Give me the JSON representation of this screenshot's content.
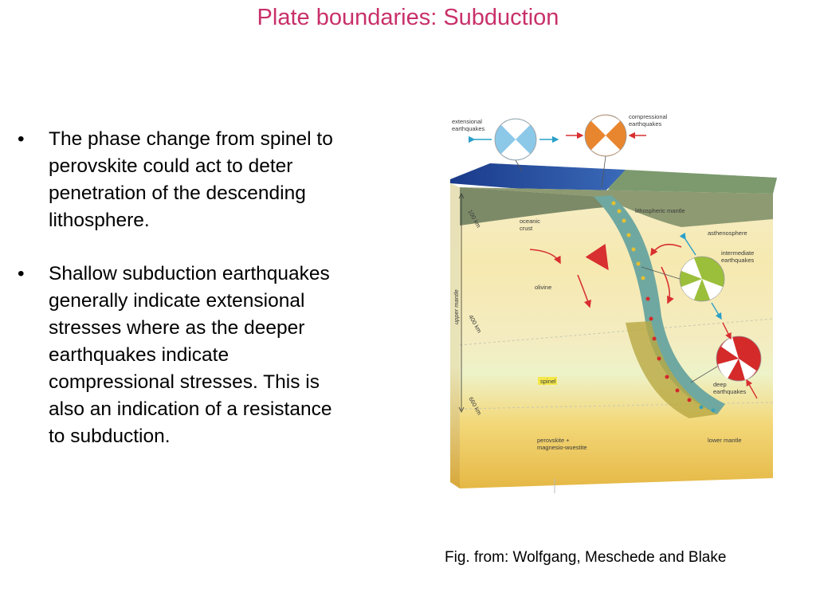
{
  "slide": {
    "title": "Plate boundaries: Subduction",
    "bullets": [
      "The phase change from spinel to perovskite could act to deter penetration of the descending lithosphere.",
      "Shallow subduction earthquakes generally indicate extensional stresses where as the deeper earthquakes indicate compressional stresses. This is also an indication of a resistance to subduction."
    ],
    "bullet_marker": "•",
    "caption": "Fig. from: Wolfgang, Meschede and Blake"
  },
  "figure": {
    "labels": {
      "extensional_1": "extensional",
      "extensional_2": "earthquakes",
      "compressional_1": "compressional",
      "compressional_2": "earthquakes",
      "lithospheric_mantle": "lithospheric mantle",
      "asthenosphere": "asthenosphere",
      "intermediate_1": "intermediate",
      "intermediate_2": "earthquakes",
      "oceanic_1": "oceanic",
      "oceanic_2": "crust",
      "olivine": "olivine",
      "spinel": "spinel",
      "deep_1": "deep",
      "deep_2": "earthquakes",
      "perovskite_1": "perovskite +",
      "perovskite_2": "magnesio-wuestite",
      "lower_mantle": "lower mantle",
      "km100": "100 km",
      "km400": "400 km",
      "km660": "660 km",
      "upper_mantle": "upper mantle"
    },
    "colors": {
      "extensional": "#8cc8e8",
      "compressional": "#e8862f",
      "intermediate": "#9bbf3a",
      "deep": "#d42a2a",
      "arrow": "#d83030",
      "slab": "#6fa8a0",
      "ocean": "#1f3f8a"
    }
  }
}
